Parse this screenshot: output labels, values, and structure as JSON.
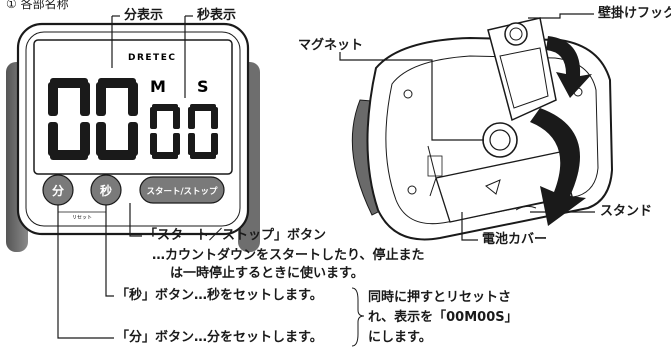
{
  "header": {
    "title": "各部名称"
  },
  "timer": {
    "brand": "DRETEC",
    "minutes_digits": "00",
    "seconds_digits": "00",
    "unit_m": "M",
    "unit_s": "S",
    "button_min": "分",
    "button_sec": "秒",
    "button_startstop": "スタート/ストップ",
    "reset_mark": "リセット"
  },
  "callouts": {
    "minute_display": "分表示",
    "second_display": "秒表示",
    "magnet": "マグネット",
    "wall_hook": "壁掛けフック",
    "stand": "スタンド",
    "battery_cover": "電池カバー"
  },
  "descriptions": {
    "startstop_title": "「スタート／ストップ」ボタン",
    "startstop_line1": "…カウントダウンをスタートしたり、停止また",
    "startstop_line2": "は一時停止するときに使います。",
    "sec_button": "「秒」ボタン…秒をセットします。",
    "min_button": "「分」ボタン…分をセットします。",
    "reset_line1": "同時に押すとリセットさ",
    "reset_line2": "れ、表示を「00M00S」",
    "reset_line3": "にします。"
  },
  "colors": {
    "body_gray": "#7a7a7a",
    "dark_gray": "#5a5a5a",
    "line": "#1a1a1a",
    "lcd_bg": "#ffffff"
  }
}
